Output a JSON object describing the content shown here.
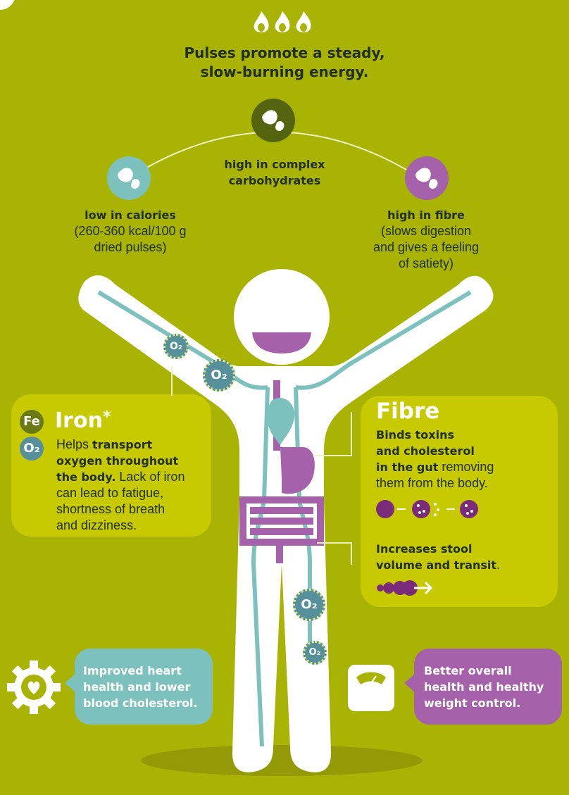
{
  "header": {
    "title_line1": "Pulses promote a steady,",
    "title_line2": "slow-burning energy."
  },
  "benefits": {
    "center": {
      "line1": "high in complex",
      "line2": "carbohydrates"
    },
    "left": {
      "heading": "low in calories",
      "line1": "(260-360 kcal/100 g",
      "line2": "dried pulses)"
    },
    "right": {
      "heading": "high in fibre",
      "line1": "(slows digestion",
      "line2": "and gives a feeling",
      "line3": "of satiety)"
    }
  },
  "iron": {
    "fe": "Fe",
    "o2": "O₂",
    "title": "Iron",
    "asterisk": "*",
    "text_pre": "Helps ",
    "text_bold1": "transport",
    "text_bold2": "oxygen throughout",
    "text_bold3": "the body.",
    "text_post1": " Lack of iron",
    "text_post2": "can lead to fatigue,",
    "text_post3": "shortness of breath",
    "text_post4": "and dizziness."
  },
  "fibre": {
    "title": "Fibre",
    "bold1": "Binds toxins",
    "bold2": "and cholesterol",
    "bold3": "in the gut",
    "normal1": " removing",
    "normal2": "them from the body.",
    "stool_bold1": "Increases stool",
    "stool_bold2": "volume and transit",
    "stool_end": "."
  },
  "o2_label": "O₂",
  "bubbles": {
    "heart": {
      "line1": "Improved heart",
      "line2": "health and lower",
      "line3": "blood cholesterol."
    },
    "weight": {
      "line1": "Better overall",
      "line2": "health and healthy",
      "line3": "weight control."
    }
  },
  "colors": {
    "background": "#a9b304",
    "panel": "#c7ca00",
    "teal": "#7cc1bd",
    "purple": "#a661ab",
    "dark_purple": "#7a2c7b",
    "olive_dark": "#55650f",
    "text_dark": "#22301a"
  },
  "icons": [
    "flame-icon",
    "bean-icon",
    "oxygen-icon",
    "heart-icon",
    "gear-icon",
    "scale-icon",
    "arrow-icon"
  ]
}
